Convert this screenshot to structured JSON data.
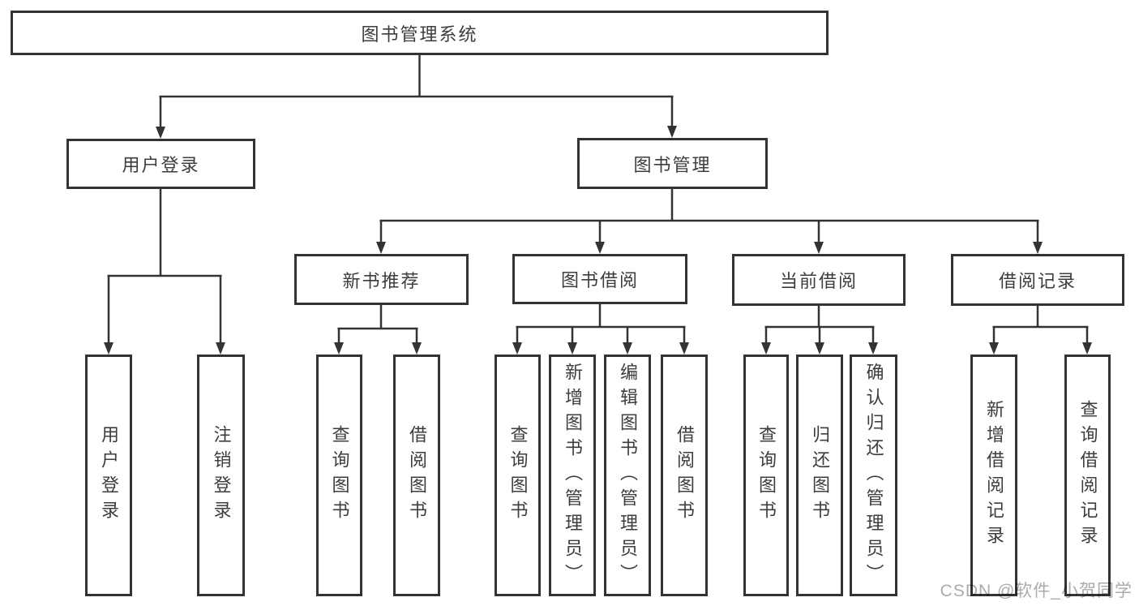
{
  "tree": {
    "label": "图书管理系统",
    "children": [
      {
        "label": "用户登录",
        "children": [
          {
            "label": "用户登录"
          },
          {
            "label": "注销登录"
          }
        ]
      },
      {
        "label": "图书管理",
        "children": [
          {
            "label": "新书推荐",
            "children": [
              {
                "label": "查询图书"
              },
              {
                "label": "借阅图书"
              }
            ]
          },
          {
            "label": "图书借阅",
            "children": [
              {
                "label": "查询图书"
              },
              {
                "label": "新增图书（管理员）"
              },
              {
                "label": "编辑图书（管理员）"
              },
              {
                "label": "借阅图书"
              }
            ]
          },
          {
            "label": "当前借阅",
            "children": [
              {
                "label": "查询图书"
              },
              {
                "label": "归还图书"
              },
              {
                "label": "确认归还（管理员）"
              }
            ]
          },
          {
            "label": "借阅记录",
            "children": [
              {
                "label": "新增借阅记录"
              },
              {
                "label": "查询借阅记录"
              }
            ]
          }
        ]
      }
    ]
  },
  "watermark": "CSDN @软件_小贺同学",
  "colors": {
    "line": "#333333",
    "border": "#333333",
    "text": "#3d3d3d",
    "watermark": "#ababab",
    "background": "#ffffff"
  }
}
